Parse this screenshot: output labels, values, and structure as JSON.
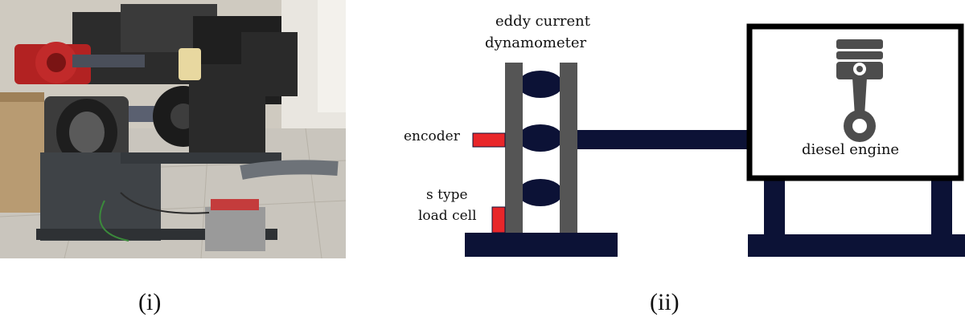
{
  "figure": {
    "panel_i": {
      "caption": "(i)"
    },
    "panel_ii": {
      "caption": "(ii)",
      "labels": {
        "dyno_line1": "eddy current",
        "dyno_line2": "dynamometer",
        "encoder": "encoder",
        "loadcell_line1": "s type",
        "loadcell_line2": "load cell",
        "engine": "diesel engine"
      }
    },
    "colors": {
      "navy": "#0c1236",
      "gray": "#555555",
      "red": "#e8262a",
      "black": "#000000"
    }
  }
}
